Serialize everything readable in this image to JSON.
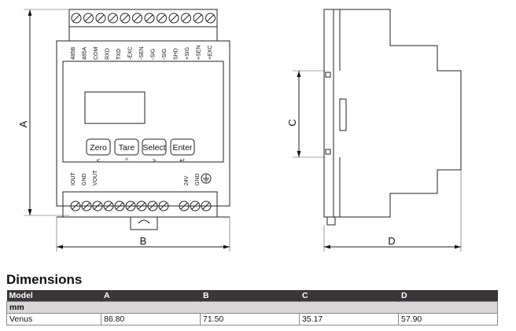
{
  "drawing": {
    "dimension_labels": {
      "a": "A",
      "b": "B",
      "c": "C",
      "d": "D"
    },
    "terminals_top": [
      "485B",
      "485A",
      "COM",
      "RXD",
      "TXD",
      "-EXC",
      "-SEN",
      "-SIG",
      "-SIG",
      "SHD",
      "+SIG",
      "+SEN",
      "+EXC"
    ],
    "terminals_bottom": [
      "IOUT",
      "GND",
      "VOUT",
      "24V",
      "GND"
    ],
    "buttons": [
      {
        "label": "Zero",
        "arrow": "<"
      },
      {
        "label": "Tare",
        "arrow": "^"
      },
      {
        "label": "Select",
        "arrow": ">"
      },
      {
        "label": "Enter",
        "arrow": "↵"
      }
    ],
    "earth_symbol": "earth-ground-icon"
  },
  "dimensions": {
    "title": "Dimensions",
    "headers": [
      "Model",
      "A",
      "B",
      "C",
      "D"
    ],
    "unit_row": "mm",
    "rows": [
      [
        "Venus",
        "86.80",
        "71.50",
        "35.17",
        "57.90"
      ]
    ]
  }
}
